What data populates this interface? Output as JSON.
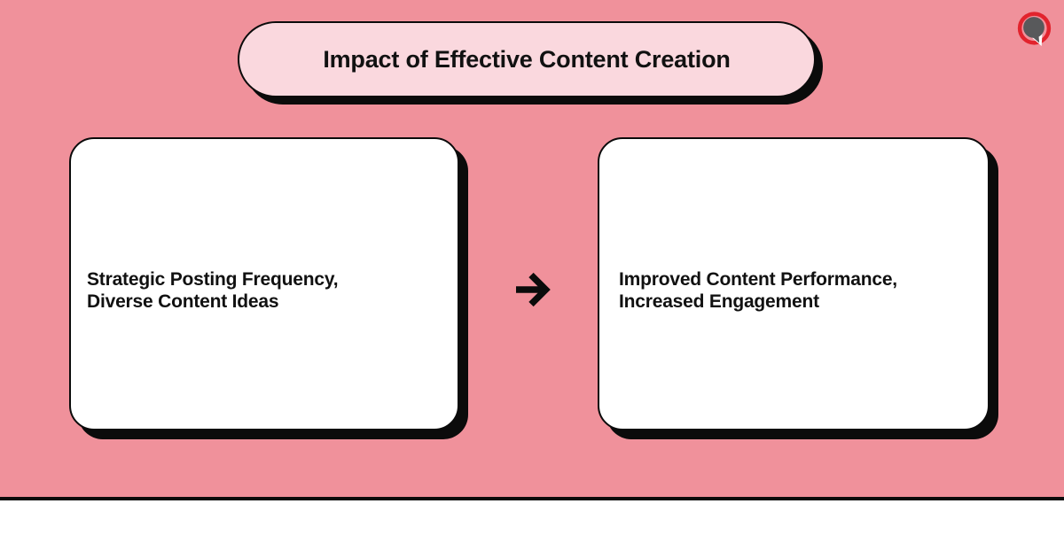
{
  "title": {
    "label": "Impact of Effective Content Creation"
  },
  "cards": {
    "cause": {
      "line1": "Strategic Posting Frequency,",
      "line2": "Diverse Content Ideas"
    },
    "effect": {
      "line1": "Improved Content Performance,",
      "line2": "Increased Engagement"
    }
  },
  "icons": {
    "arrow": "arrow-right-icon",
    "footer_logo": "speech-bubble-logo"
  },
  "colors": {
    "background": "#F0919B",
    "pill_fill": "#FAD8DE",
    "card_fill": "#FFFFFF",
    "outline": "#0B0B0B",
    "text": "#111111",
    "shadow": "#0B0B0B",
    "footer_background": "#FFFFFF",
    "logo_ring_red": "#E2232D",
    "logo_bubble_gray": "#58595B"
  }
}
